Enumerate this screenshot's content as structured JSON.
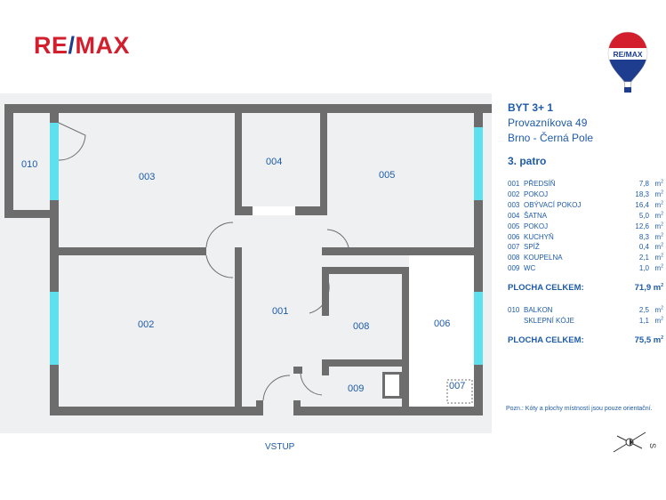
{
  "brand": {
    "logo_part1": "RE",
    "logo_slash": "/",
    "logo_part2": "MAX",
    "balloon_text": "RE/MAX",
    "colors": {
      "red": "#d31f2d",
      "blue": "#1e3d8f",
      "text_blue": "#1e5ba8",
      "wall": "#6d6d6d",
      "window": "#5fe0ee"
    }
  },
  "listing": {
    "title": "BYT 3+ 1",
    "street": "Provazníkova 49",
    "city": "Brno - Černá Pole",
    "floor": "3. patro"
  },
  "rooms": [
    {
      "code": "001",
      "name": "PŘEDSÍŇ",
      "area": "7,8",
      "unit": "m"
    },
    {
      "code": "002",
      "name": "POKOJ",
      "area": "18,3",
      "unit": "m"
    },
    {
      "code": "003",
      "name": "OBÝVACÍ POKOJ",
      "area": "16,4",
      "unit": "m"
    },
    {
      "code": "004",
      "name": "ŠATNA",
      "area": "5,0",
      "unit": "m"
    },
    {
      "code": "005",
      "name": "POKOJ",
      "area": "12,6",
      "unit": "m"
    },
    {
      "code": "006",
      "name": "KUCHYŇ",
      "area": "8,3",
      "unit": "m"
    },
    {
      "code": "007",
      "name": "SPÍŽ",
      "area": "0,4",
      "unit": "m"
    },
    {
      "code": "008",
      "name": "KOUPELNA",
      "area": "2,1",
      "unit": "m"
    },
    {
      "code": "009",
      "name": "WC",
      "area": "1,0",
      "unit": "m"
    }
  ],
  "total1": {
    "label": "PLOCHA CELKEM:",
    "value": "71,9 m"
  },
  "extras": [
    {
      "code": "010",
      "name": "BALKON",
      "area": "2,5",
      "unit": "m"
    },
    {
      "code": "",
      "name": "SKLEPNÍ KÓJE",
      "area": "1,1",
      "unit": "m"
    }
  ],
  "total2": {
    "label": "PLOCHA CELKEM:",
    "value": "75,5 m"
  },
  "note": "Pozn.: Kóty a plochy místností jsou pouze orientační.",
  "entrance": "VSTUP",
  "compass": {
    "letter": "S"
  },
  "plan_labels": {
    "r001": "001",
    "r002": "002",
    "r003": "003",
    "r004": "004",
    "r005": "005",
    "r006": "006",
    "r007": "007",
    "r008": "008",
    "r009": "009",
    "r010": "010"
  }
}
